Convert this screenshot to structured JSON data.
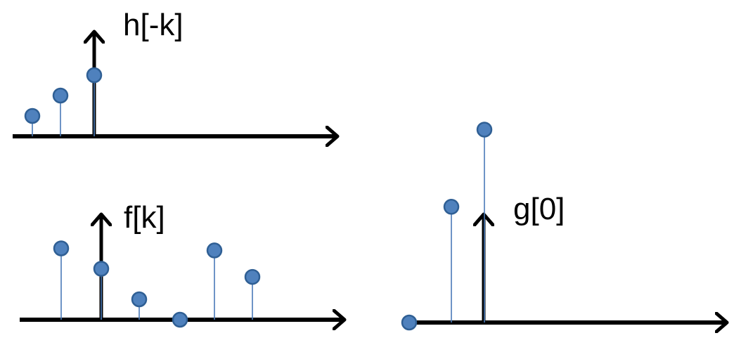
{
  "colors": {
    "axis": "#000000",
    "stem": "#4a7ab8",
    "marker_fill": "#4f81bd",
    "marker_stroke": "#2f5f94"
  },
  "panels": [
    {
      "id": "h",
      "label": "h[-k]",
      "samples": [
        {
          "k": -2,
          "value": 1.0
        },
        {
          "k": -1,
          "value": 2.0
        },
        {
          "k": 0,
          "value": 3.0
        }
      ]
    },
    {
      "id": "f",
      "label": "f[k]",
      "samples": [
        {
          "k": -1,
          "value": 3.5
        },
        {
          "k": 0,
          "value": 2.5
        },
        {
          "k": 1,
          "value": 1.0
        },
        {
          "k": 2,
          "value": 0.0
        },
        {
          "k": 3,
          "value": 3.4
        },
        {
          "k": 4,
          "value": 2.1
        }
      ]
    },
    {
      "id": "g",
      "label": "g[0]",
      "samples": [
        {
          "k": -2,
          "value": 0.0
        },
        {
          "k": -1,
          "value": 5.7
        },
        {
          "k": 0,
          "value": 9.5
        }
      ]
    }
  ]
}
